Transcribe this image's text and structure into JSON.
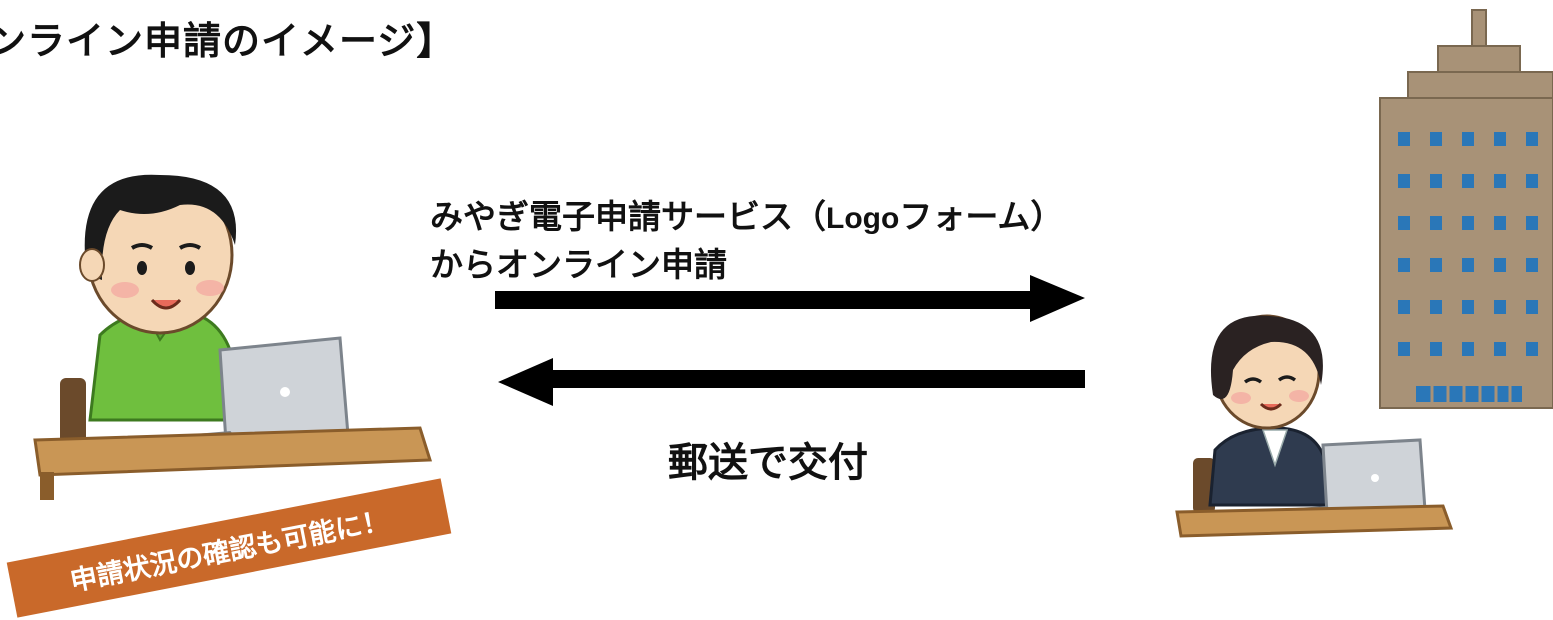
{
  "title": "ンライン申請のイメージ】",
  "apply": {
    "line1_prefix": "みやぎ電子申請サービス（",
    "line1_ascii": "Logo",
    "line1_suffix": "フォーム）",
    "line2": "からオンライン申請"
  },
  "deliver": "郵送で交付",
  "status_banner": "申請状況の確認も可能に！",
  "colors": {
    "banner": "#c9692a",
    "arrow": "#000000",
    "building": "#a89277",
    "window": "#2a77b8",
    "desk": "#c99655",
    "shirt": "#6fbf3e"
  },
  "icons": {
    "applicant": "person-at-laptop-icon",
    "clerk": "clerk-at-laptop-icon",
    "office": "office-building-icon",
    "send_arrow": "arrow-right-icon",
    "return_arrow": "arrow-left-icon"
  }
}
